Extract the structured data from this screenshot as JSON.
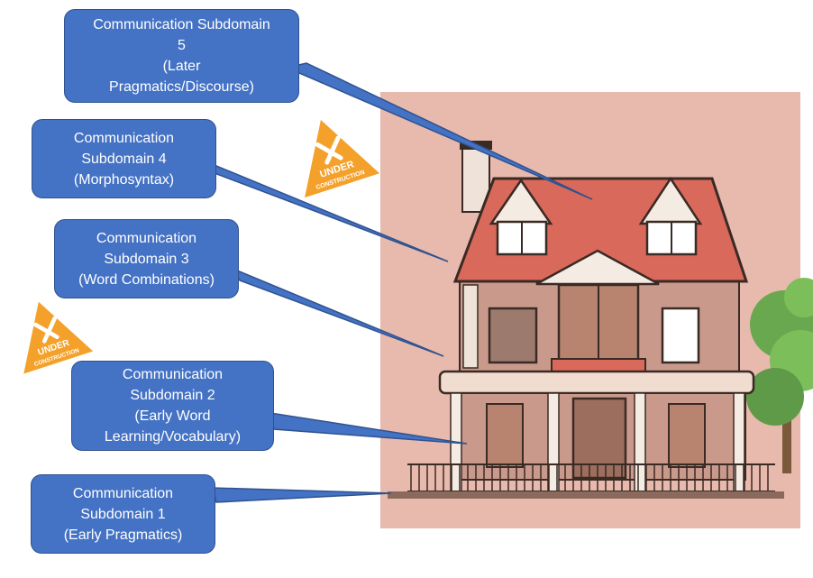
{
  "callouts": [
    {
      "id": "subdomain-5",
      "lines": [
        "Communication Subdomain",
        "5",
        "(Later",
        "Pragmatics/Discourse)"
      ]
    },
    {
      "id": "subdomain-4",
      "lines": [
        "Communication",
        "Subdomain 4",
        "(Morphosyntax)"
      ]
    },
    {
      "id": "subdomain-3",
      "lines": [
        "Communication",
        "Subdomain 3",
        "(Word Combinations)"
      ]
    },
    {
      "id": "subdomain-2",
      "lines": [
        "Communication",
        "Subdomain 2",
        "(Early Word",
        "Learning/Vocabulary)"
      ]
    },
    {
      "id": "subdomain-1",
      "lines": [
        "Communication",
        "Subdomain 1",
        "(Early Pragmatics)"
      ]
    }
  ],
  "signs": [
    {
      "id": "sign-top",
      "lines": [
        "UNDER",
        "CONSTRUCTION"
      ]
    },
    {
      "id": "sign-left",
      "lines": [
        "UNDER",
        "CONSTRUCTION"
      ]
    }
  ],
  "colors": {
    "callout_fill": "#4472c4",
    "callout_border": "#2f528f",
    "house_bg": "#e8b9ad",
    "roof": "#d9695a",
    "sign": "#f4a12b"
  }
}
